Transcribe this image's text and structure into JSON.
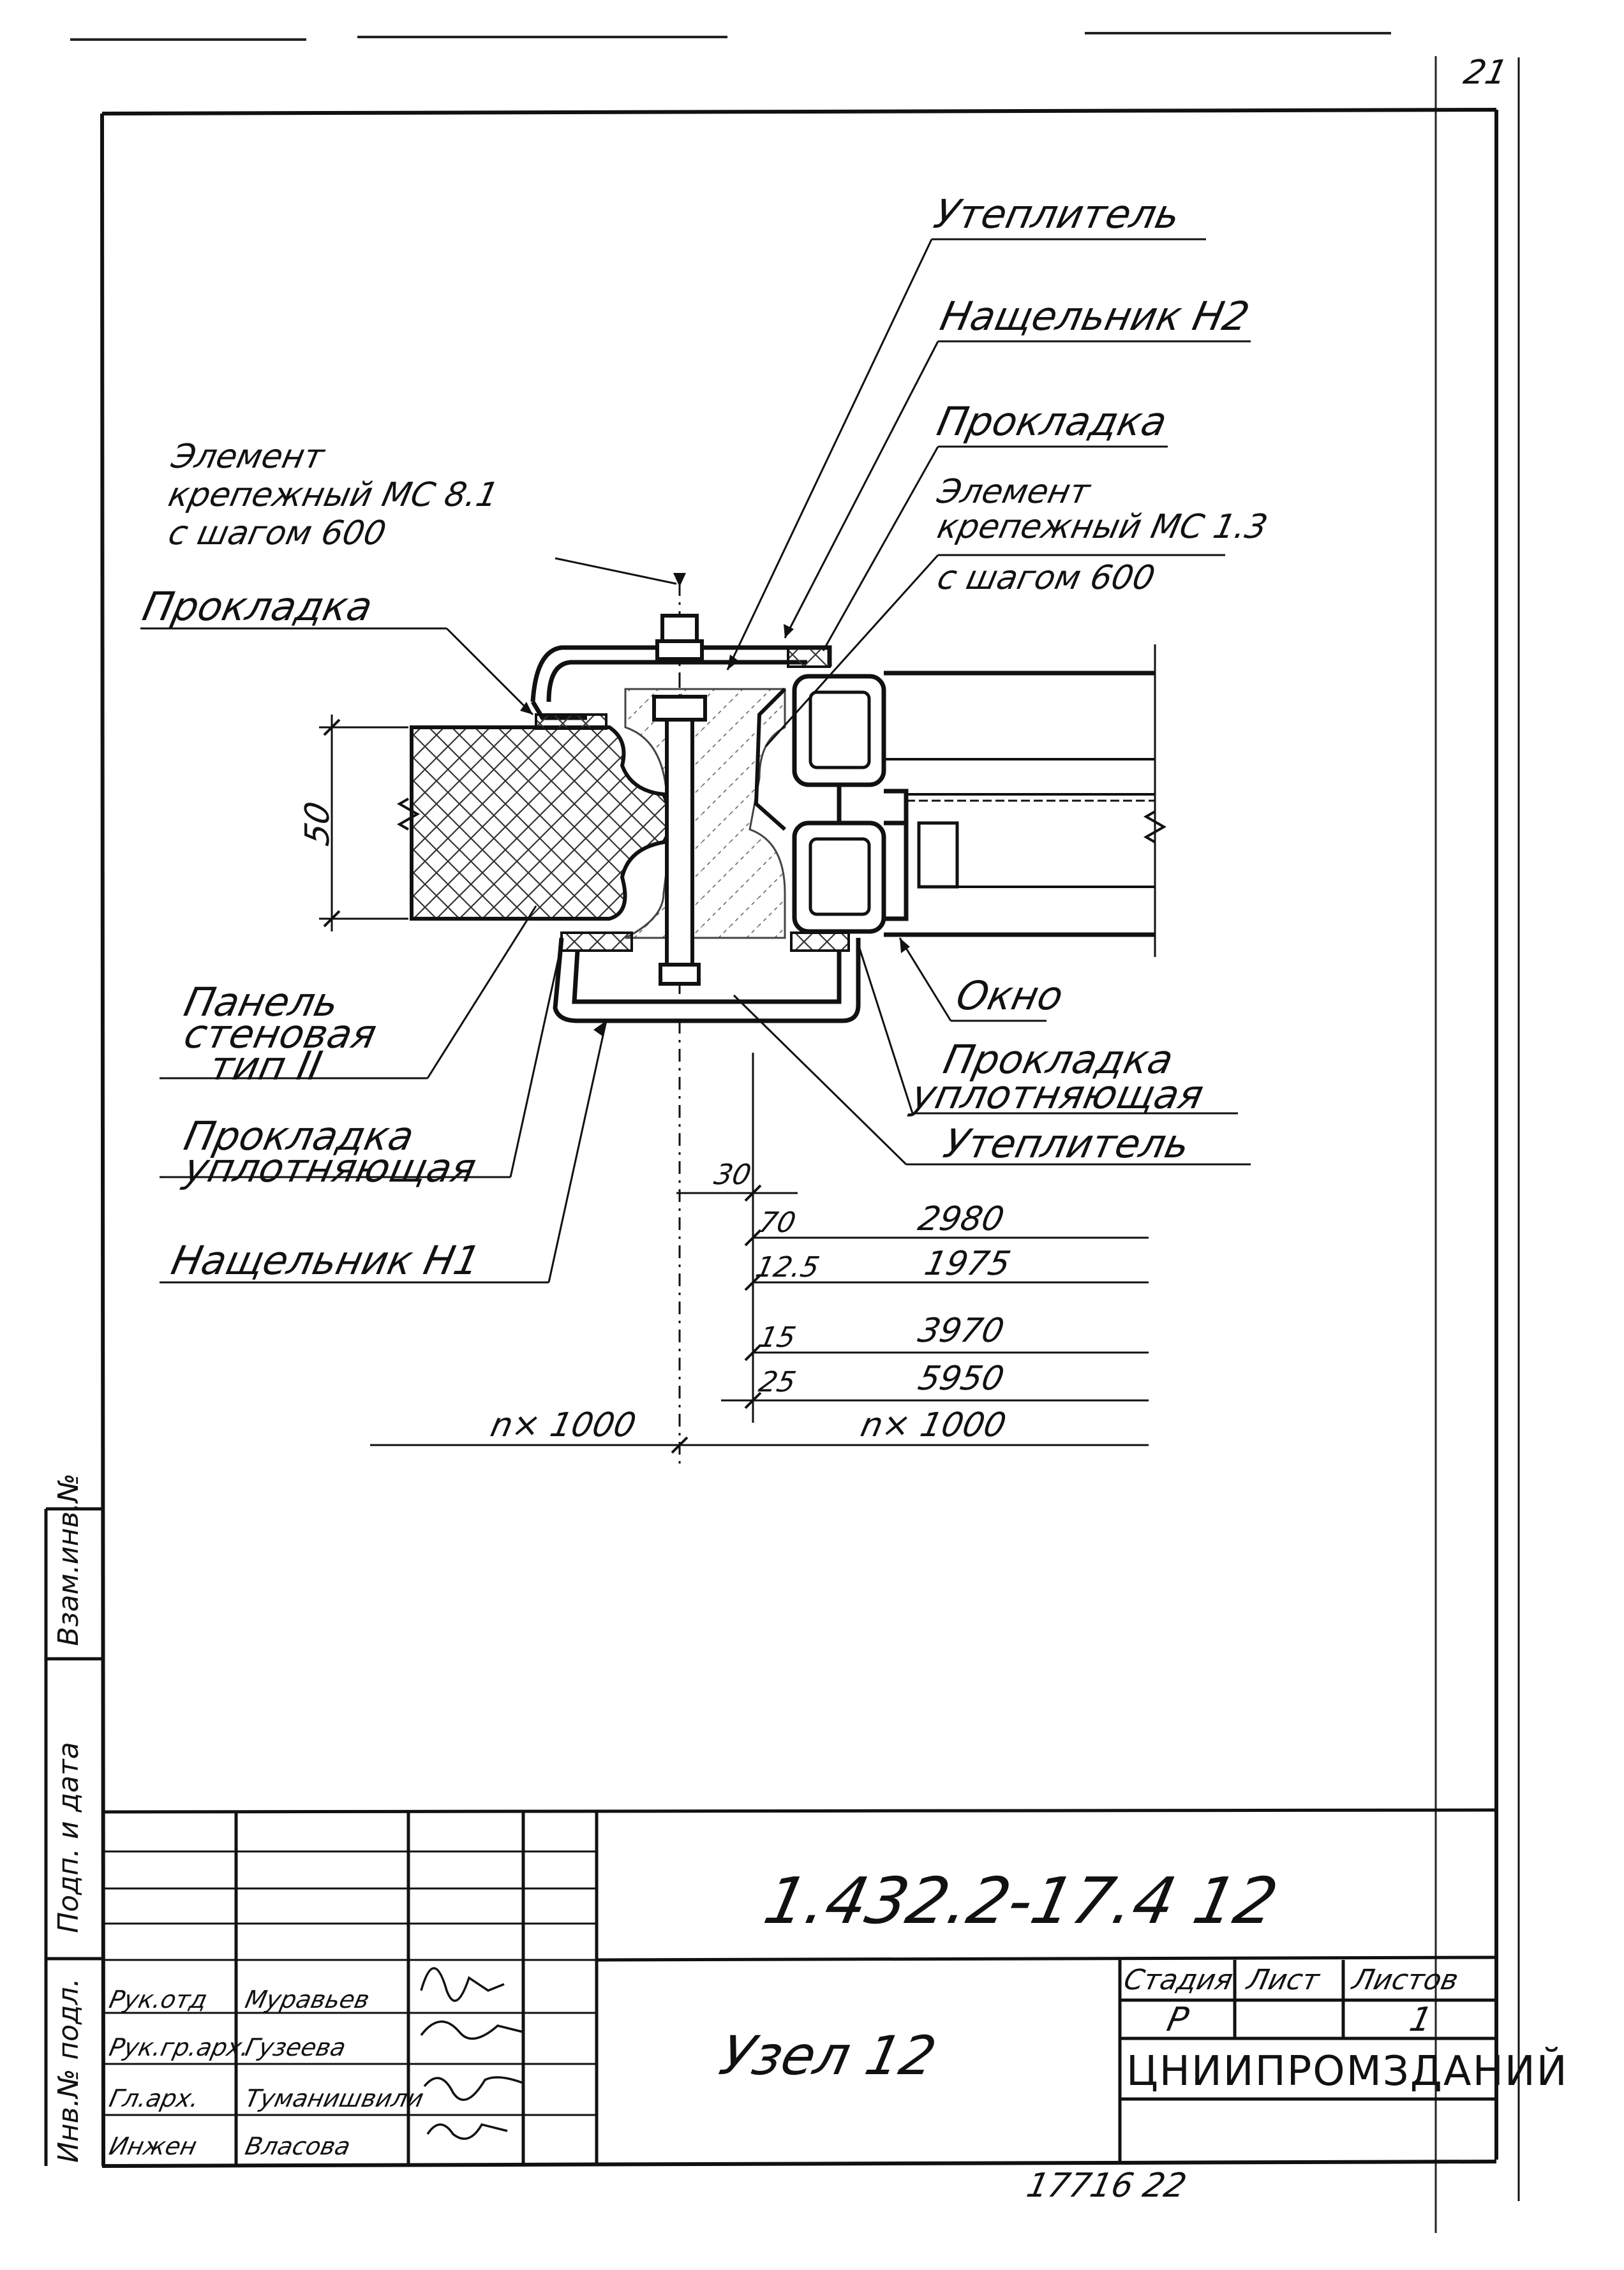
{
  "drawing": {
    "labels": {
      "insulation_top": "Утеплитель",
      "cover_h2": "Нащельник Н2",
      "gasket_top_right": "Прокладка",
      "fastener_mc13_line1": "Элемент",
      "fastener_mc13_line2": "крепежный МС 1.3",
      "fastener_mc13_line3": "с шагом 600",
      "fastener_mc81_line1": "Элемент",
      "fastener_mc81_line2": "крепежный МС 8.1",
      "fastener_mc81_line3": "с шагом 600",
      "gasket_left": "Прокладка",
      "window": "Окно",
      "panel_line1": "Панель",
      "panel_line2": "стеновая",
      "panel_line3": "тип II",
      "seal_gasket_right_line1": "Прокладка",
      "seal_gasket_right_line2": "уплотняющая",
      "seal_gasket_left_line1": "Прокладка",
      "seal_gasket_left_line2": "уплотняющая",
      "insulation_bottom": "Утеплитель",
      "cover_h1": "Нащельник Н1"
    },
    "dimensions": {
      "panel_thickness": "50",
      "d30": "30",
      "d70": "70",
      "d125": "12.5",
      "d15": "15",
      "d25": "25",
      "v2980": "2980",
      "v1975": "1975",
      "v3970": "3970",
      "v5950": "5950",
      "n1000_left": "n× 1000",
      "n1000_right": "n× 1000"
    }
  },
  "corner_mark": "21",
  "side_stamp": {
    "inv": "Инв.№ подл.",
    "sign_date": "Подп. и дата",
    "replace_inv": "Взам.инв.№"
  },
  "title_block": {
    "code": "1.432.2-17.4 12",
    "title": "Узел 12",
    "stage_header": "Стадия",
    "sheet_header": "Лист",
    "sheets_header": "Листов",
    "stage_value": "Р",
    "sheets_value": "1",
    "organization": "ЦНИИПРОМЗДАНИЙ",
    "roles": [
      "Рук.отд",
      "Рук.гр.арх.",
      "Гл.арх.",
      "Инжен"
    ],
    "names": [
      "Муравьев",
      "Гузеева",
      "Туманишвили",
      "Власова"
    ]
  },
  "footer_number": "17716 22"
}
